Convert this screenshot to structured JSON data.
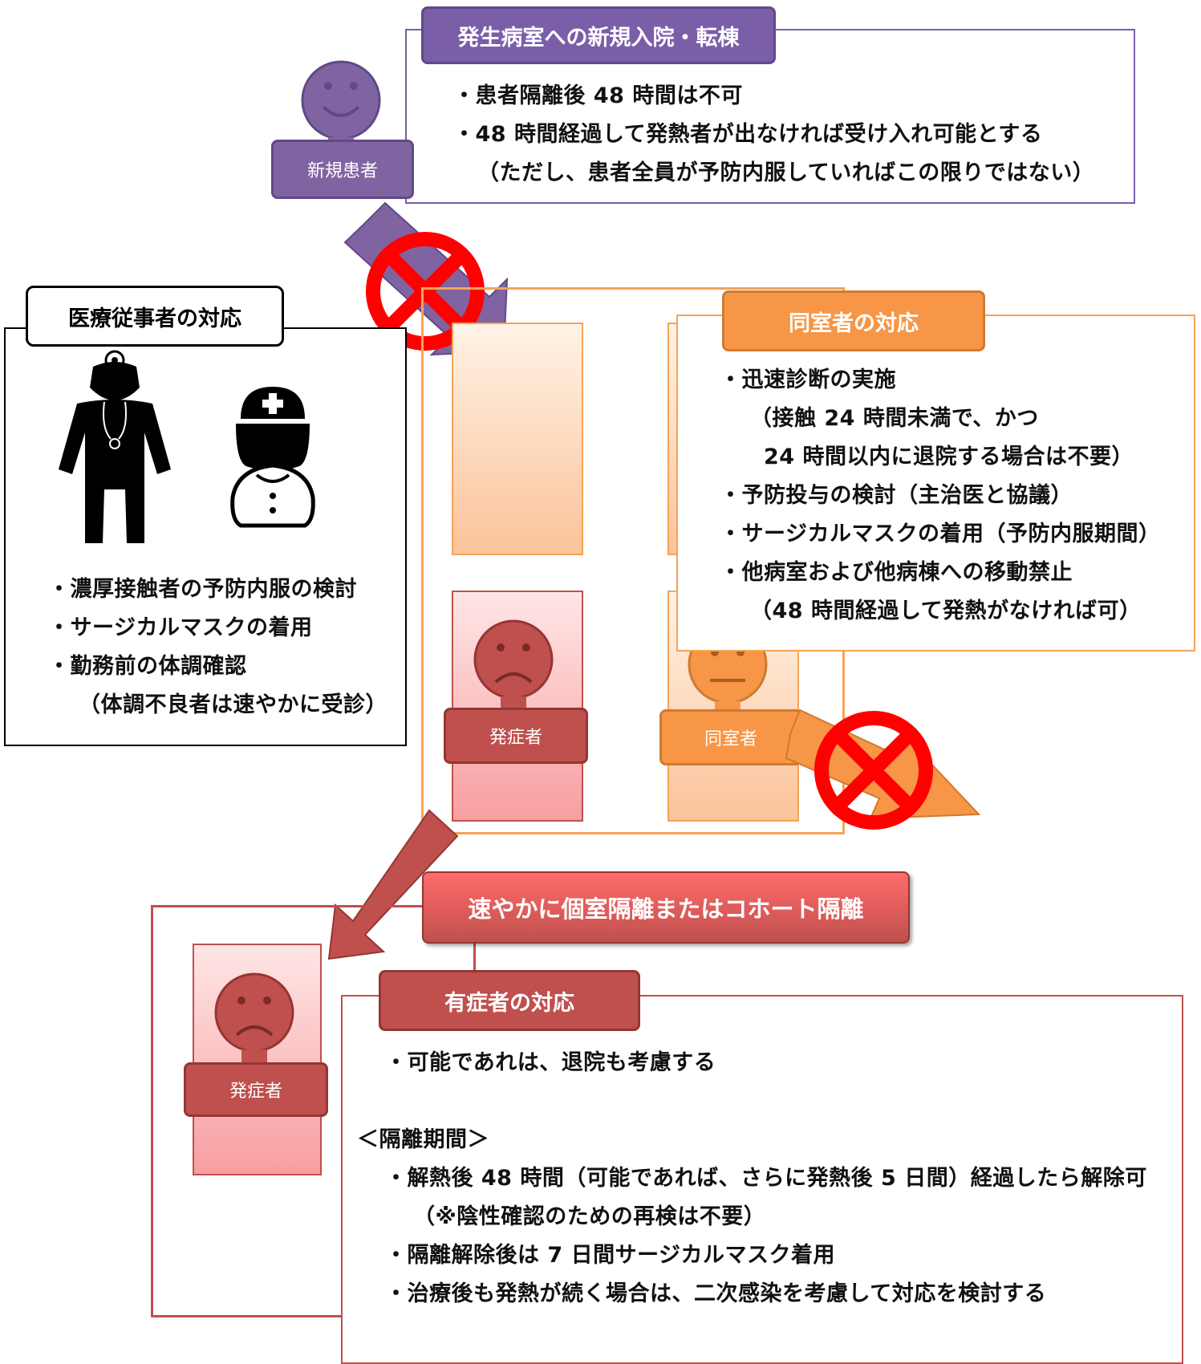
{
  "new_admission": {
    "title": "発生病室への新規入院・転棟",
    "lines": [
      "・患者隔離後 48 時間は不可",
      "・48 時間経過して発熱者が出なければ受け入れ可能とする",
      "（ただし、患者全員が予防内服していればこの限りではない）"
    ]
  },
  "new_patient_label": "新規患者",
  "staff": {
    "title": "医療従事者の対応",
    "lines": [
      "・濃厚接触者の予防内服の検討",
      "・サージカルマスクの着用",
      "・勤務前の体調確認",
      "（体調不良者は速やかに受診）"
    ]
  },
  "roommate_response": {
    "title": "同室者の対応",
    "lines": [
      "・迅速診断の実施",
      "（接触 24 時間未満で、かつ",
      "24 時間以内に退院する場合は不要）",
      "・予防投与の検討（主治医と協議）",
      "・サージカルマスクの着用（予防内服期間）",
      "・他病室および他病棟への移動禁止",
      "（48 時間経過して発熱がなければ可）"
    ]
  },
  "symptomatic_label": "発症者",
  "roommate_label": "同室者",
  "isolation_banner": "速やかに個室隔離またはコホート隔離",
  "symptomatic_response": {
    "title": "有症者の対応",
    "line1": "・可能であれは、退院も考慮する",
    "period_heading": "＜隔離期間＞",
    "period_lines": [
      "・解熱後 48 時間（可能であれば、さらに発熱後 5 日間）経過したら解除可",
      "（※陰性確認のための再検は不要）",
      "・隔離解除後は 7 日間サージカルマスク着用",
      "・治療後も発熱が続く場合は、二次感染を考慮して対応を検討する"
    ]
  },
  "colors": {
    "purple": "#7b5ea8",
    "orange": "#f5a356",
    "red": "#c0504d",
    "forbid": "#ff0000"
  }
}
